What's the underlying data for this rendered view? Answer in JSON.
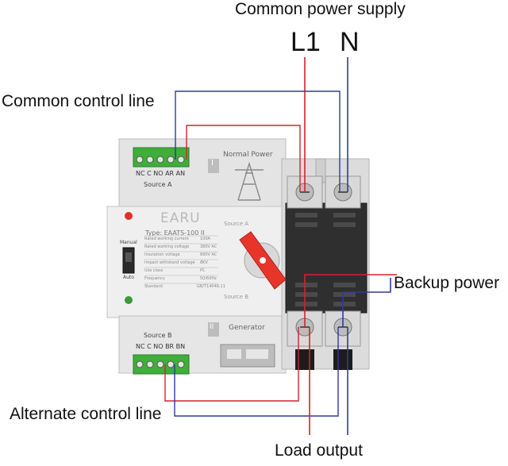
{
  "labels": {
    "common_power_supply": "Common power supply",
    "l1": "L1",
    "n": "N",
    "common_control_line": "Common control line",
    "backup_power": "Backup power",
    "alternate_control_line": "Alternate control line",
    "load_output": "Load output"
  },
  "device": {
    "brand": "EARU",
    "type": "Type: EAATS-100 II",
    "source_a": "Source A",
    "source_b": "Source B",
    "terminal_a": "NC C NO AR AN",
    "terminal_b": "NC C NO BR BN",
    "normal_power": "Normal Power",
    "generator": "Generator",
    "section_i": "I",
    "section_ii": "II",
    "manual": "Manual",
    "auto": "Auto",
    "spec_rows": [
      [
        "Rated working current",
        "100A"
      ],
      [
        "Rated working voltage",
        "380V AC"
      ],
      [
        "Insulation voltage",
        "690V AC"
      ],
      [
        "Impact withstand voltage",
        "8KV"
      ],
      [
        "Use class",
        "PC"
      ],
      [
        "Frequency",
        "50/60Hz"
      ],
      [
        "Standard",
        "GB/T14048.11"
      ]
    ]
  },
  "colors": {
    "wire_red": "#d6222b",
    "wire_blue": "#2e3a9e",
    "terminal_green": "#3fae3a",
    "handle_red": "#e8352a",
    "body_gray": "#e6e6e6",
    "cover_black": "#2a2a2a"
  }
}
